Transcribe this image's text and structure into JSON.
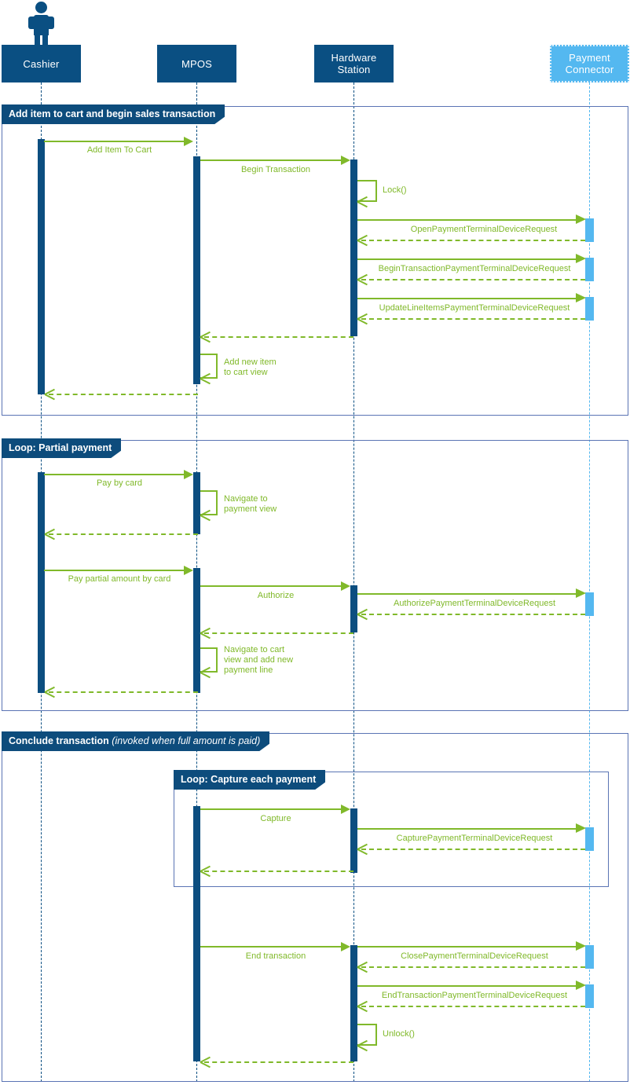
{
  "diagram": {
    "title": "MPOS payment terminal sequence",
    "colors": {
      "participant_fill": "#0a4f82",
      "external_fill": "#54b8f0",
      "message_green": "#80b92a",
      "fragment_border": "#5a74b4",
      "fragment_label": "#0d4c7c"
    }
  },
  "participants": [
    {
      "name": "cashier",
      "label": "Cashier",
      "external": false,
      "actor": true
    },
    {
      "name": "mpos",
      "label": "MPOS",
      "external": false,
      "actor": false
    },
    {
      "name": "hardware-station",
      "label": "Hardware Station",
      "external": false,
      "actor": false
    },
    {
      "name": "payment-connector",
      "label": "Payment Connector",
      "external": true,
      "actor": false
    }
  ],
  "fragments": [
    {
      "name": "add-item-fragment",
      "label": "Add item to cart and begin sales transaction",
      "sub": ""
    },
    {
      "name": "loop-partial-payment-fragment",
      "label": "Loop: Partial payment",
      "sub": ""
    },
    {
      "name": "conclude-transaction-fragment",
      "label": "Conclude transaction",
      "sub": "(invoked when full amount is paid)"
    },
    {
      "name": "loop-capture-fragment",
      "label": "Loop: Capture each payment",
      "sub": ""
    }
  ],
  "messages": {
    "add_item_to_cart": "Add Item To Cart",
    "begin_transaction": "Begin Transaction",
    "lock": "Lock()",
    "open_payment_terminal": "OpenPaymentTerminalDeviceRequest",
    "begin_transaction_payment_terminal": "BeginTransactionPaymentTerminalDeviceRequest",
    "update_line_items_payment_terminal": "UpdateLineItemsPaymentTerminalDeviceRequest",
    "add_new_item_to_cart_view_1": "Add new item",
    "add_new_item_to_cart_view_2": "to cart view",
    "pay_by_card": "Pay by card",
    "navigate_to_payment_view_1": "Navigate to",
    "navigate_to_payment_view_2": "payment view",
    "pay_partial_amount_by_card": "Pay partial amount by card",
    "authorize": "Authorize",
    "authorize_payment_terminal": "AuthorizePaymentTerminalDeviceRequest",
    "navigate_to_cart_view_1": "Navigate to cart",
    "navigate_to_cart_view_2": "view and add new",
    "navigate_to_cart_view_3": "payment line",
    "capture": "Capture",
    "capture_payment_terminal": "CapturePaymentTerminalDeviceRequest",
    "end_transaction": "End transaction",
    "close_payment_terminal": "ClosePaymentTerminalDeviceRequest",
    "end_transaction_payment_terminal": "EndTransactionPaymentTerminalDeviceRequest",
    "unlock": "Unlock()"
  }
}
